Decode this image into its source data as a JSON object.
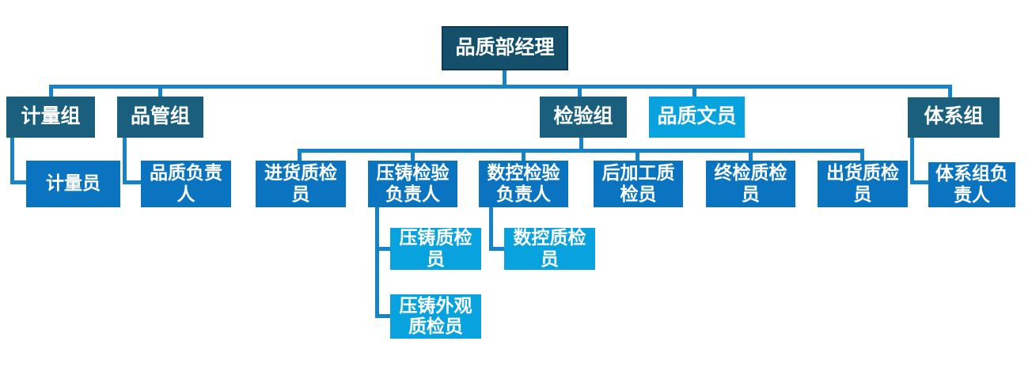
{
  "colors": {
    "background": "#ffffff",
    "text": "#ffffff",
    "manager_fill": "#14506B",
    "manager_border": "#0A3A55",
    "dark": "#1A5F7E",
    "medium": "#0B74C0",
    "light": "#08A2DE",
    "connector": "#1583C4"
  },
  "org": {
    "type": "org-chart",
    "nodes": [
      {
        "label": "品质部经理",
        "level": 1,
        "parent": null,
        "style": "manager"
      },
      {
        "label": "计量组",
        "level": 2,
        "parent": "品质部经理",
        "style": "dark"
      },
      {
        "label": "品管组",
        "level": 2,
        "parent": "品质部经理",
        "style": "dark"
      },
      {
        "label": "检验组",
        "level": 2,
        "parent": "品质部经理",
        "style": "dark"
      },
      {
        "label": "品质文员",
        "level": 2,
        "parent": "品质部经理",
        "style": "light"
      },
      {
        "label": "体系组",
        "level": 2,
        "parent": "品质部经理",
        "style": "dark"
      },
      {
        "label": "计量员",
        "level": 3,
        "parent": "计量组",
        "style": "medium"
      },
      {
        "label": "品质负责人",
        "level": 3,
        "parent": "品管组",
        "style": "medium"
      },
      {
        "label": "进货质检员",
        "level": 3,
        "parent": "检验组",
        "style": "medium"
      },
      {
        "label": "压铸检验负责人",
        "level": 3,
        "parent": "检验组",
        "style": "medium"
      },
      {
        "label": "数控检验负责人",
        "level": 3,
        "parent": "检验组",
        "style": "medium"
      },
      {
        "label": "后加工质检员",
        "level": 3,
        "parent": "检验组",
        "style": "medium"
      },
      {
        "label": "终检质检员",
        "level": 3,
        "parent": "检验组",
        "style": "medium"
      },
      {
        "label": "出货质检员",
        "level": 3,
        "parent": "检验组",
        "style": "medium"
      },
      {
        "label": "体系组负责人",
        "level": 3,
        "parent": "体系组",
        "style": "medium"
      },
      {
        "label": "压铸质检员",
        "level": 4,
        "parent": "压铸检验负责人",
        "style": "light"
      },
      {
        "label": "数控质检员",
        "level": 4,
        "parent": "数控检验负责人",
        "style": "light"
      },
      {
        "label": "压铸外观质检员",
        "level": 5,
        "parent": "压铸检验负责人",
        "style": "light"
      }
    ]
  }
}
